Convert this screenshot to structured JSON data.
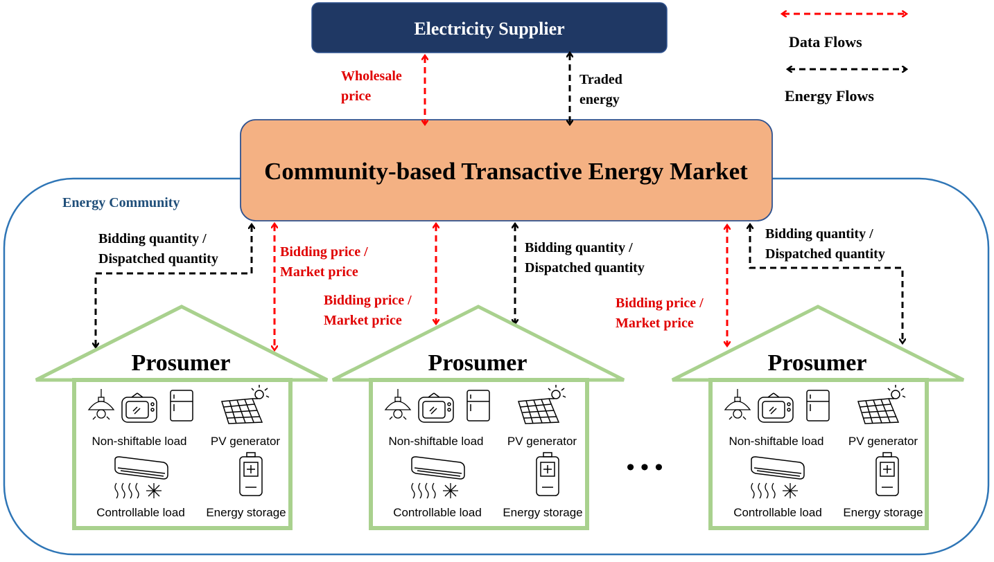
{
  "supplier": {
    "label": "Electricity Supplier",
    "fill": "#1f3864"
  },
  "market": {
    "label": "Community-based Transactive Energy Market",
    "fill": "#f4b183"
  },
  "community": {
    "label": "Energy Community",
    "border": "#2e75b6",
    "label_color": "#1f4e79"
  },
  "legend": {
    "data_label": "Data Flows",
    "energy_label": "Energy Flows"
  },
  "colors": {
    "data_flow": "#ff0000",
    "energy_flow": "#000000",
    "house": "#a9d18e",
    "data_text": "#e00000"
  },
  "top_labels": {
    "wholesale_line1": "Wholesale",
    "wholesale_line2": "price",
    "traded_line1": "Traded",
    "traded_line2": "energy"
  },
  "flow_labels": {
    "bq1_line1": "Bidding quantity /",
    "bq1_line2": "Dispatched quantity",
    "bp1_line1": "Bidding price /",
    "bp1_line2": "Market price",
    "bp2_line1": "Bidding price /",
    "bp2_line2": "Market price",
    "bq2_line1": "Bidding quantity /",
    "bq2_line2": "Dispatched quantity",
    "bp3_line1": "Bidding price /",
    "bp3_line2": "Market price",
    "bq3_line1": "Bidding quantity /",
    "bq3_line2": "Dispatched quantity"
  },
  "ellipsis": "• • •",
  "prosumers": [
    {
      "title": "Prosumer",
      "nonshiftable": "Non-shiftable load",
      "pv": "PV generator",
      "controllable": "Controllable load",
      "storage": "Energy storage"
    },
    {
      "title": "Prosumer",
      "nonshiftable": "Non-shiftable load",
      "pv": "PV generator",
      "controllable": "Controllable load",
      "storage": "Energy storage"
    },
    {
      "title": "Prosumer",
      "nonshiftable": "Non-shiftable load",
      "pv": "PV generator",
      "controllable": "Controllable load",
      "storage": "Energy storage"
    }
  ]
}
